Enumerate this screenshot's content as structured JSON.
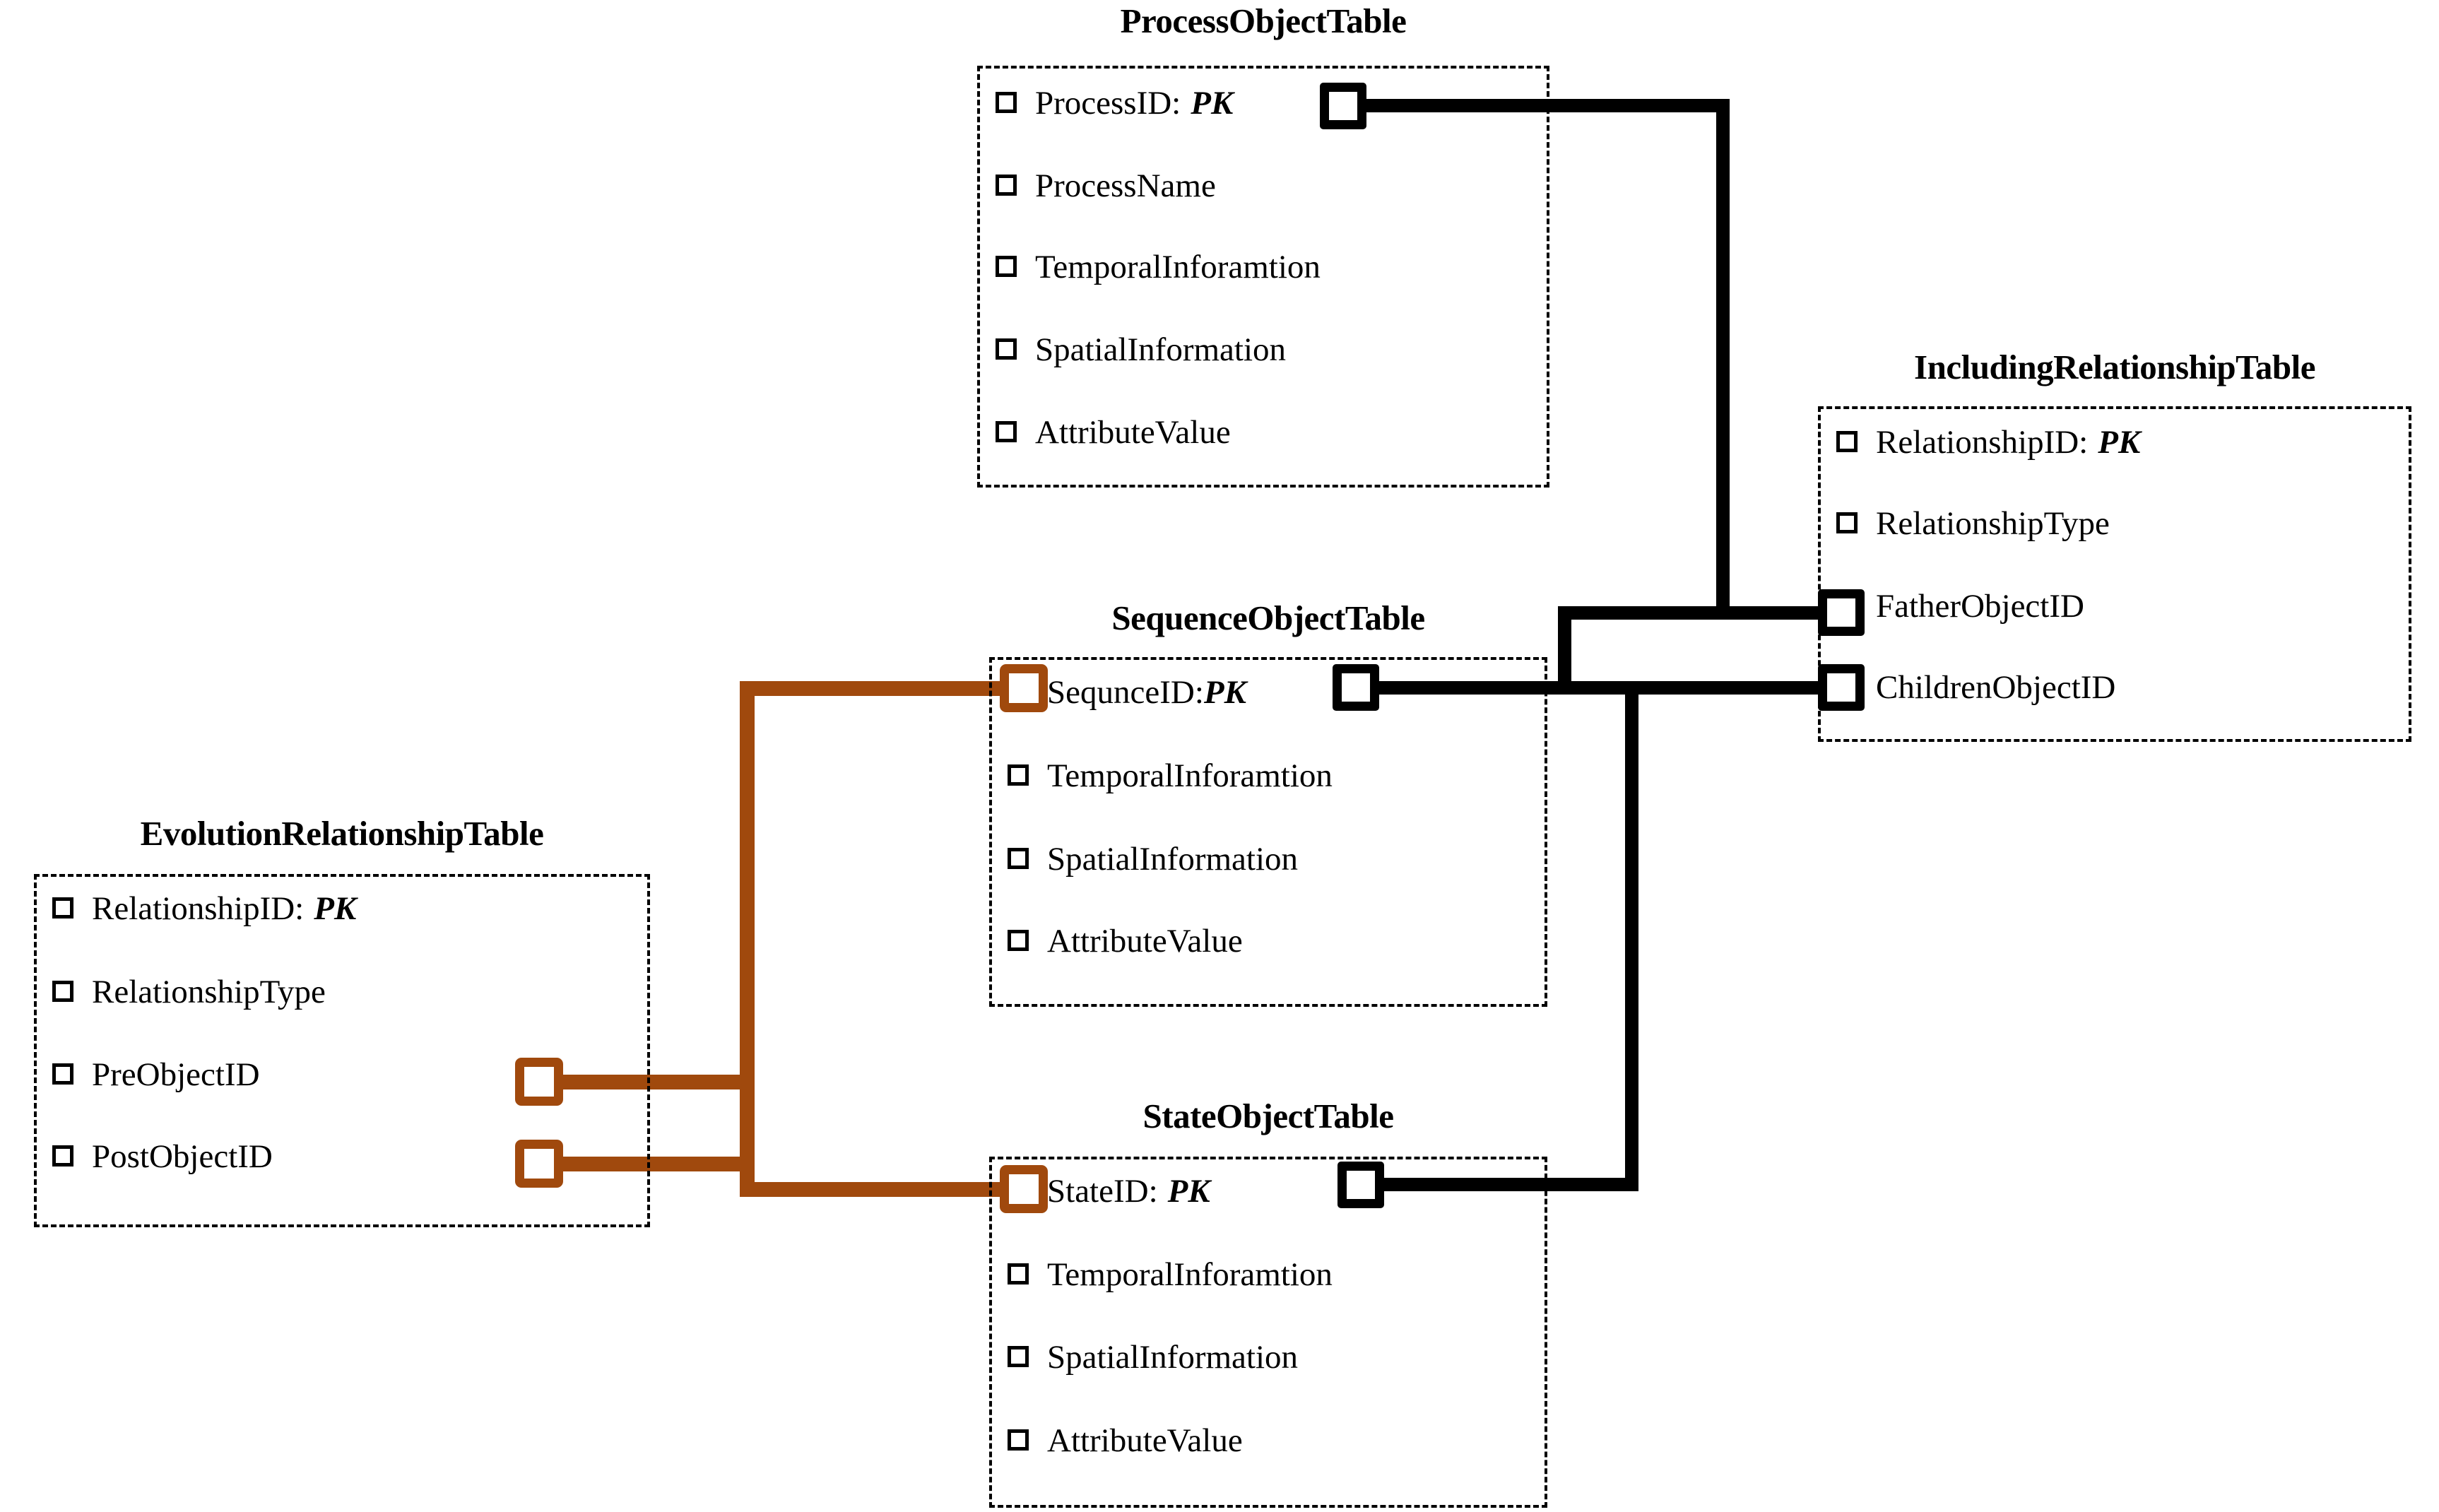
{
  "diagram": {
    "type": "entity-relationship-schema",
    "colors": {
      "black_link": "#000000",
      "brown_link": "#A0490D",
      "box_border": "#000000",
      "background": "#FFFFFF"
    },
    "pk_marker": "PK",
    "field_bullet_icon": "checkbox-square-icon"
  },
  "tables": [
    {
      "id": "process",
      "title": "ProcessObjectTable",
      "fields": [
        {
          "label": "ProcessID:",
          "pk": "PK",
          "connector": "black-right"
        },
        {
          "label": "ProcessName",
          "pk": "",
          "connector": "none"
        },
        {
          "label": "TemporalInforamtion",
          "pk": "",
          "connector": "none"
        },
        {
          "label": "SpatialInformation",
          "pk": "",
          "connector": "none"
        },
        {
          "label": "AttributeValue",
          "pk": "",
          "connector": "none"
        }
      ]
    },
    {
      "id": "including",
      "title": "IncludingRelationshipTable",
      "fields": [
        {
          "label": "RelationshipID:",
          "pk": "PK",
          "connector": "none"
        },
        {
          "label": "RelationshipType",
          "pk": "",
          "connector": "none"
        },
        {
          "label": "FatherObjectID",
          "pk": "",
          "connector": "black-left"
        },
        {
          "label": "ChildrenObjectID",
          "pk": "",
          "connector": "black-left"
        }
      ]
    },
    {
      "id": "sequence",
      "title": "SequenceObjectTable",
      "fields": [
        {
          "label": "SequnceID:",
          "pk": "PK",
          "connector": "brown-left black-right"
        },
        {
          "label": "TemporalInforamtion",
          "pk": "",
          "connector": "none"
        },
        {
          "label": "SpatialInformation",
          "pk": "",
          "connector": "none"
        },
        {
          "label": "AttributeValue",
          "pk": "",
          "connector": "none"
        }
      ]
    },
    {
      "id": "evolution",
      "title": "EvolutionRelationshipTable",
      "fields": [
        {
          "label": "RelationshipID:",
          "pk": "PK",
          "connector": "none"
        },
        {
          "label": "RelationshipType",
          "pk": "",
          "connector": "none"
        },
        {
          "label": "PreObjectID",
          "pk": "",
          "connector": "brown-right"
        },
        {
          "label": "PostObjectID",
          "pk": "",
          "connector": "brown-right"
        }
      ]
    },
    {
      "id": "state",
      "title": "StateObjectTable",
      "fields": [
        {
          "label": "StateID:",
          "pk": "PK",
          "connector": "brown-left black-right"
        },
        {
          "label": "TemporalInforamtion",
          "pk": "",
          "connector": "none"
        },
        {
          "label": "SpatialInformation",
          "pk": "",
          "connector": "none"
        },
        {
          "label": "AttributeValue",
          "pk": "",
          "connector": "none"
        }
      ]
    }
  ],
  "relationships": [
    {
      "from": "ProcessObjectTable.ProcessID",
      "to": "IncludingRelationshipTable.FatherObjectID",
      "color": "#000000"
    },
    {
      "from": "SequenceObjectTable.SequnceID",
      "to": "IncludingRelationshipTable.FatherObjectID",
      "color": "#000000"
    },
    {
      "from": "SequenceObjectTable.SequnceID",
      "to": "IncludingRelationshipTable.ChildrenObjectID",
      "color": "#000000"
    },
    {
      "from": "StateObjectTable.StateID",
      "to": "IncludingRelationshipTable.ChildrenObjectID",
      "color": "#000000"
    },
    {
      "from": "EvolutionRelationshipTable.PreObjectID",
      "to": "SequenceObjectTable.SequnceID",
      "color": "#A0490D"
    },
    {
      "from": "EvolutionRelationshipTable.PostObjectID",
      "to": "StateObjectTable.StateID",
      "color": "#A0490D"
    }
  ]
}
